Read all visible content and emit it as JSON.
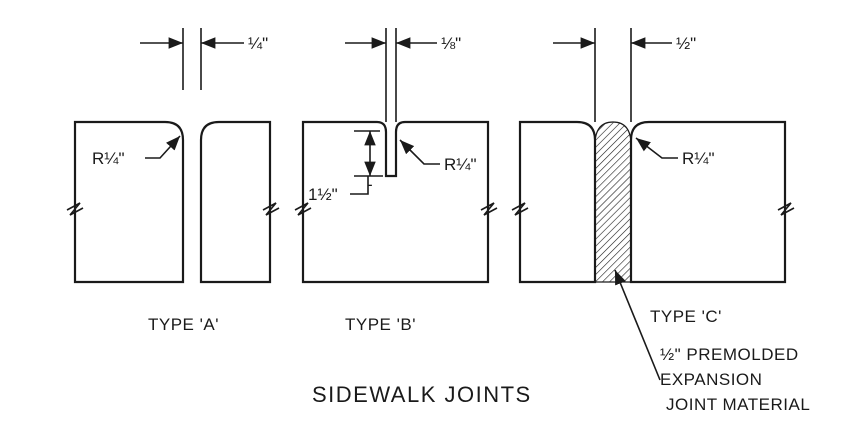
{
  "title": "SIDEWALK JOINTS",
  "types": {
    "a": {
      "label": "TYPE 'A'",
      "gap_dim": "¼\"",
      "radius": "R¼\""
    },
    "b": {
      "label": "TYPE 'B'",
      "gap_dim": "⅛\"",
      "radius": "R¼\"",
      "depth": "1½\"",
      "depth_mark": "-"
    },
    "c": {
      "label": "TYPE 'C'",
      "gap_dim": "½\"",
      "radius": "R¼\""
    }
  },
  "note": {
    "line1": "½\" PREMOLDED",
    "line2": "EXPANSION",
    "line3": "JOINT MATERIAL"
  },
  "colors": {
    "ink": "#1a1a1a",
    "background": "#ffffff"
  }
}
